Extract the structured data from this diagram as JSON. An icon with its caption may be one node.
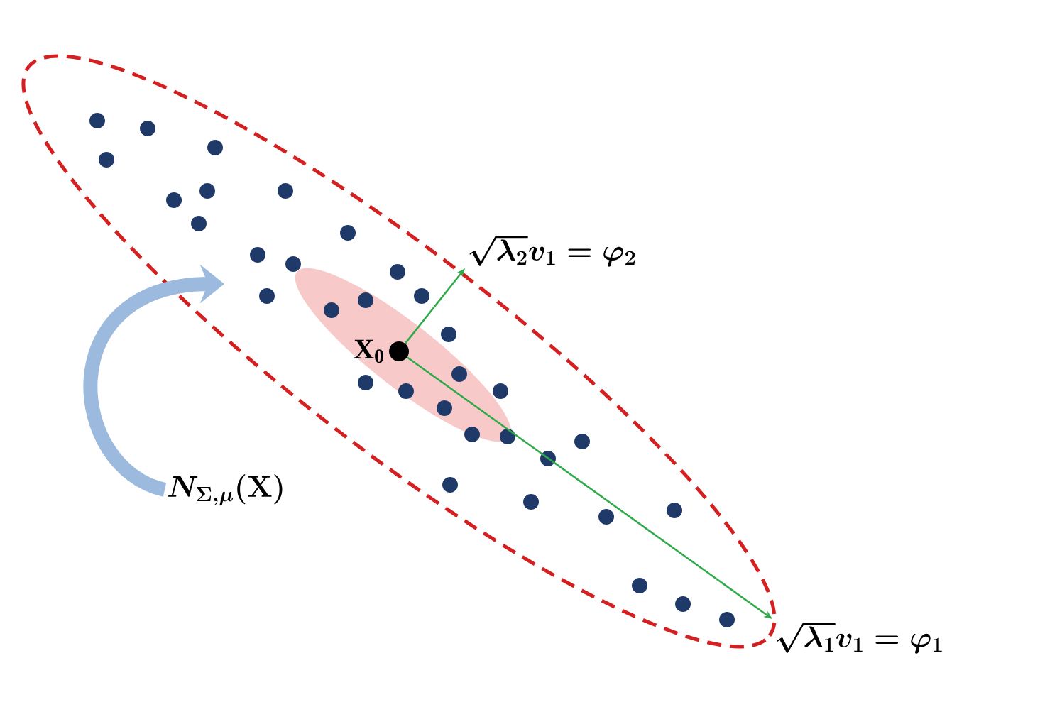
{
  "diagram": {
    "nodes": [
      {
        "text": [],
        "shape": "ellipse"
      },
      {
        "text": [],
        "shape": "circle",
        "in": 0,
        "beside": [
          "X$_{0}$"
        ]
      },
      {
        "text": [
          "\\sqrt{\\lambda_2}v_1 = \\varphi_2"
        ]
      },
      {
        "text": [
          "\\sqrt{\\lambda_1}v_1 = \\varphi_1"
        ]
      },
      {
        "text": [
          "N_{\\Sigma,\\mu}(\\mathbf{X})"
        ]
      }
    ],
    "edges": [
      {
        "from": 1,
        "to": 2,
        "arrow": "to",
        "color": "#2eaa4a"
      },
      {
        "from": 1,
        "to": 3,
        "arrow": "to",
        "color": "#2eaa4a"
      },
      {
        "from": 4,
        "to": 0,
        "arrow": "to",
        "style": "thick",
        "color": "#9cb9de"
      }
    ]
  }
}
